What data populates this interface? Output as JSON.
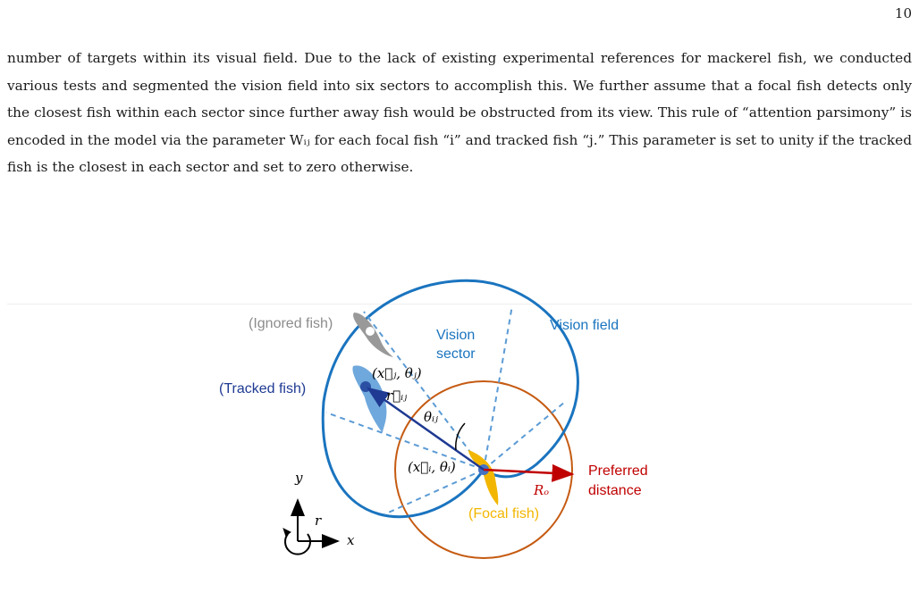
{
  "page": {
    "number": "10",
    "paragraph": "number of targets within its visual field. Due to the lack of existing experimental references for mackerel fish, we conducted various tests and segmented the vision field into six sectors to accomplish this. We further assume that a focal fish detects only the closest fish within each sector since further away fish would be obstructed from its view. This rule of “attention parsimony” is encoded in the model via the parameter Wᵢⱼ for each focal fish “i” and tracked fish “j.” This parameter is set to unity if the tracked fish is the closest in each sector and set to zero otherwise."
  },
  "figure": {
    "labels": {
      "ignored_fish": "(Ignored fish)",
      "vision_sector_line1": "Vision",
      "vision_sector_line2": "sector",
      "vision_field": "Vision field",
      "tracked_fish": "(Tracked fish)",
      "focal_fish": "(Focal fish)",
      "preferred_line1": "Preferred",
      "preferred_line2": "distance"
    },
    "math": {
      "xj_theta_j": "(x⃗ⱼ, θⱼ)",
      "r_ij": "r⃗ᵢⱼ",
      "theta_ij": "θᵢⱼ",
      "xi_theta_i": "(x⃗ᵢ, θᵢ)",
      "R_o": "Rₒ",
      "axis_y": "y",
      "axis_r": "r",
      "axis_x": "x"
    },
    "colors": {
      "vision_field": "#1a74bf",
      "sector_lines": "#5b9bd5",
      "preferred_circle": "#c55a11",
      "tracked": "#1f3a93",
      "preferred": "#c00000",
      "focal": "#f2b600",
      "ignored": "#8c8c8c"
    }
  }
}
